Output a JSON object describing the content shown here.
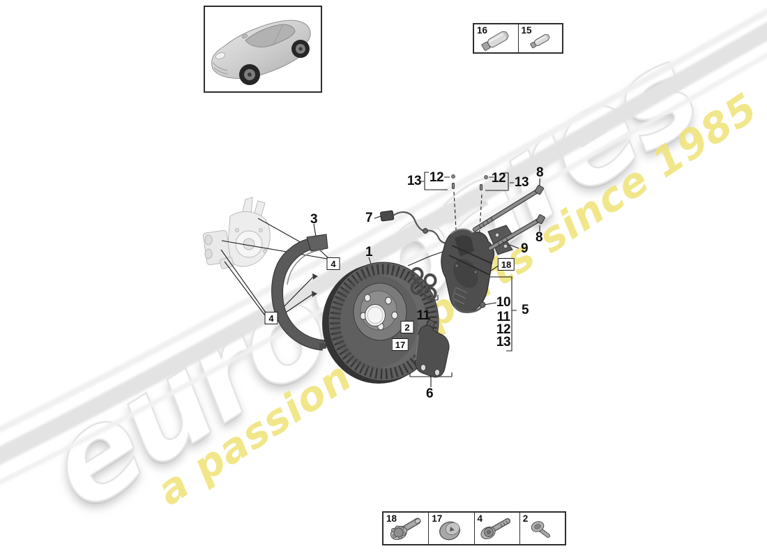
{
  "watermark": {
    "brand": "eurospares",
    "tagline": "a passion for parts since 1985"
  },
  "colors": {
    "swoosh_grey": "#e3e3e3",
    "tagline_yellow": "#eee376",
    "brand_outline": "#e4e4e4",
    "leader_line": "#1a1a1a"
  },
  "car_thumbnail": {
    "icon": "porsche-panamera-3q-view-icon"
  },
  "consumables": {
    "items": [
      {
        "label": "16",
        "icon": "grease-tube-large-icon"
      },
      {
        "label": "15",
        "icon": "grease-tube-small-icon"
      }
    ]
  },
  "hardware": {
    "items": [
      {
        "label": "18",
        "icon": "spline-head-bolt-icon"
      },
      {
        "label": "17",
        "icon": "cap-plug-icon"
      },
      {
        "label": "4",
        "icon": "flanged-bolt-icon"
      },
      {
        "label": "2",
        "icon": "countersunk-screw-icon"
      }
    ]
  },
  "callouts": {
    "plain": [
      {
        "label": "3"
      },
      {
        "label": "7"
      },
      {
        "label": "1"
      },
      {
        "label": "13"
      },
      {
        "label": "12"
      },
      {
        "label": "12"
      },
      {
        "label": "13"
      },
      {
        "label": "8"
      },
      {
        "label": "8"
      },
      {
        "label": "9"
      },
      {
        "label": "10"
      },
      {
        "label": "11"
      },
      {
        "label": "12"
      },
      {
        "label": "13"
      },
      {
        "label": "5"
      },
      {
        "label": "11"
      },
      {
        "label": "6"
      }
    ],
    "boxed": [
      {
        "label": "4"
      },
      {
        "label": "4"
      },
      {
        "label": "2"
      },
      {
        "label": "17"
      },
      {
        "label": "18"
      }
    ]
  }
}
